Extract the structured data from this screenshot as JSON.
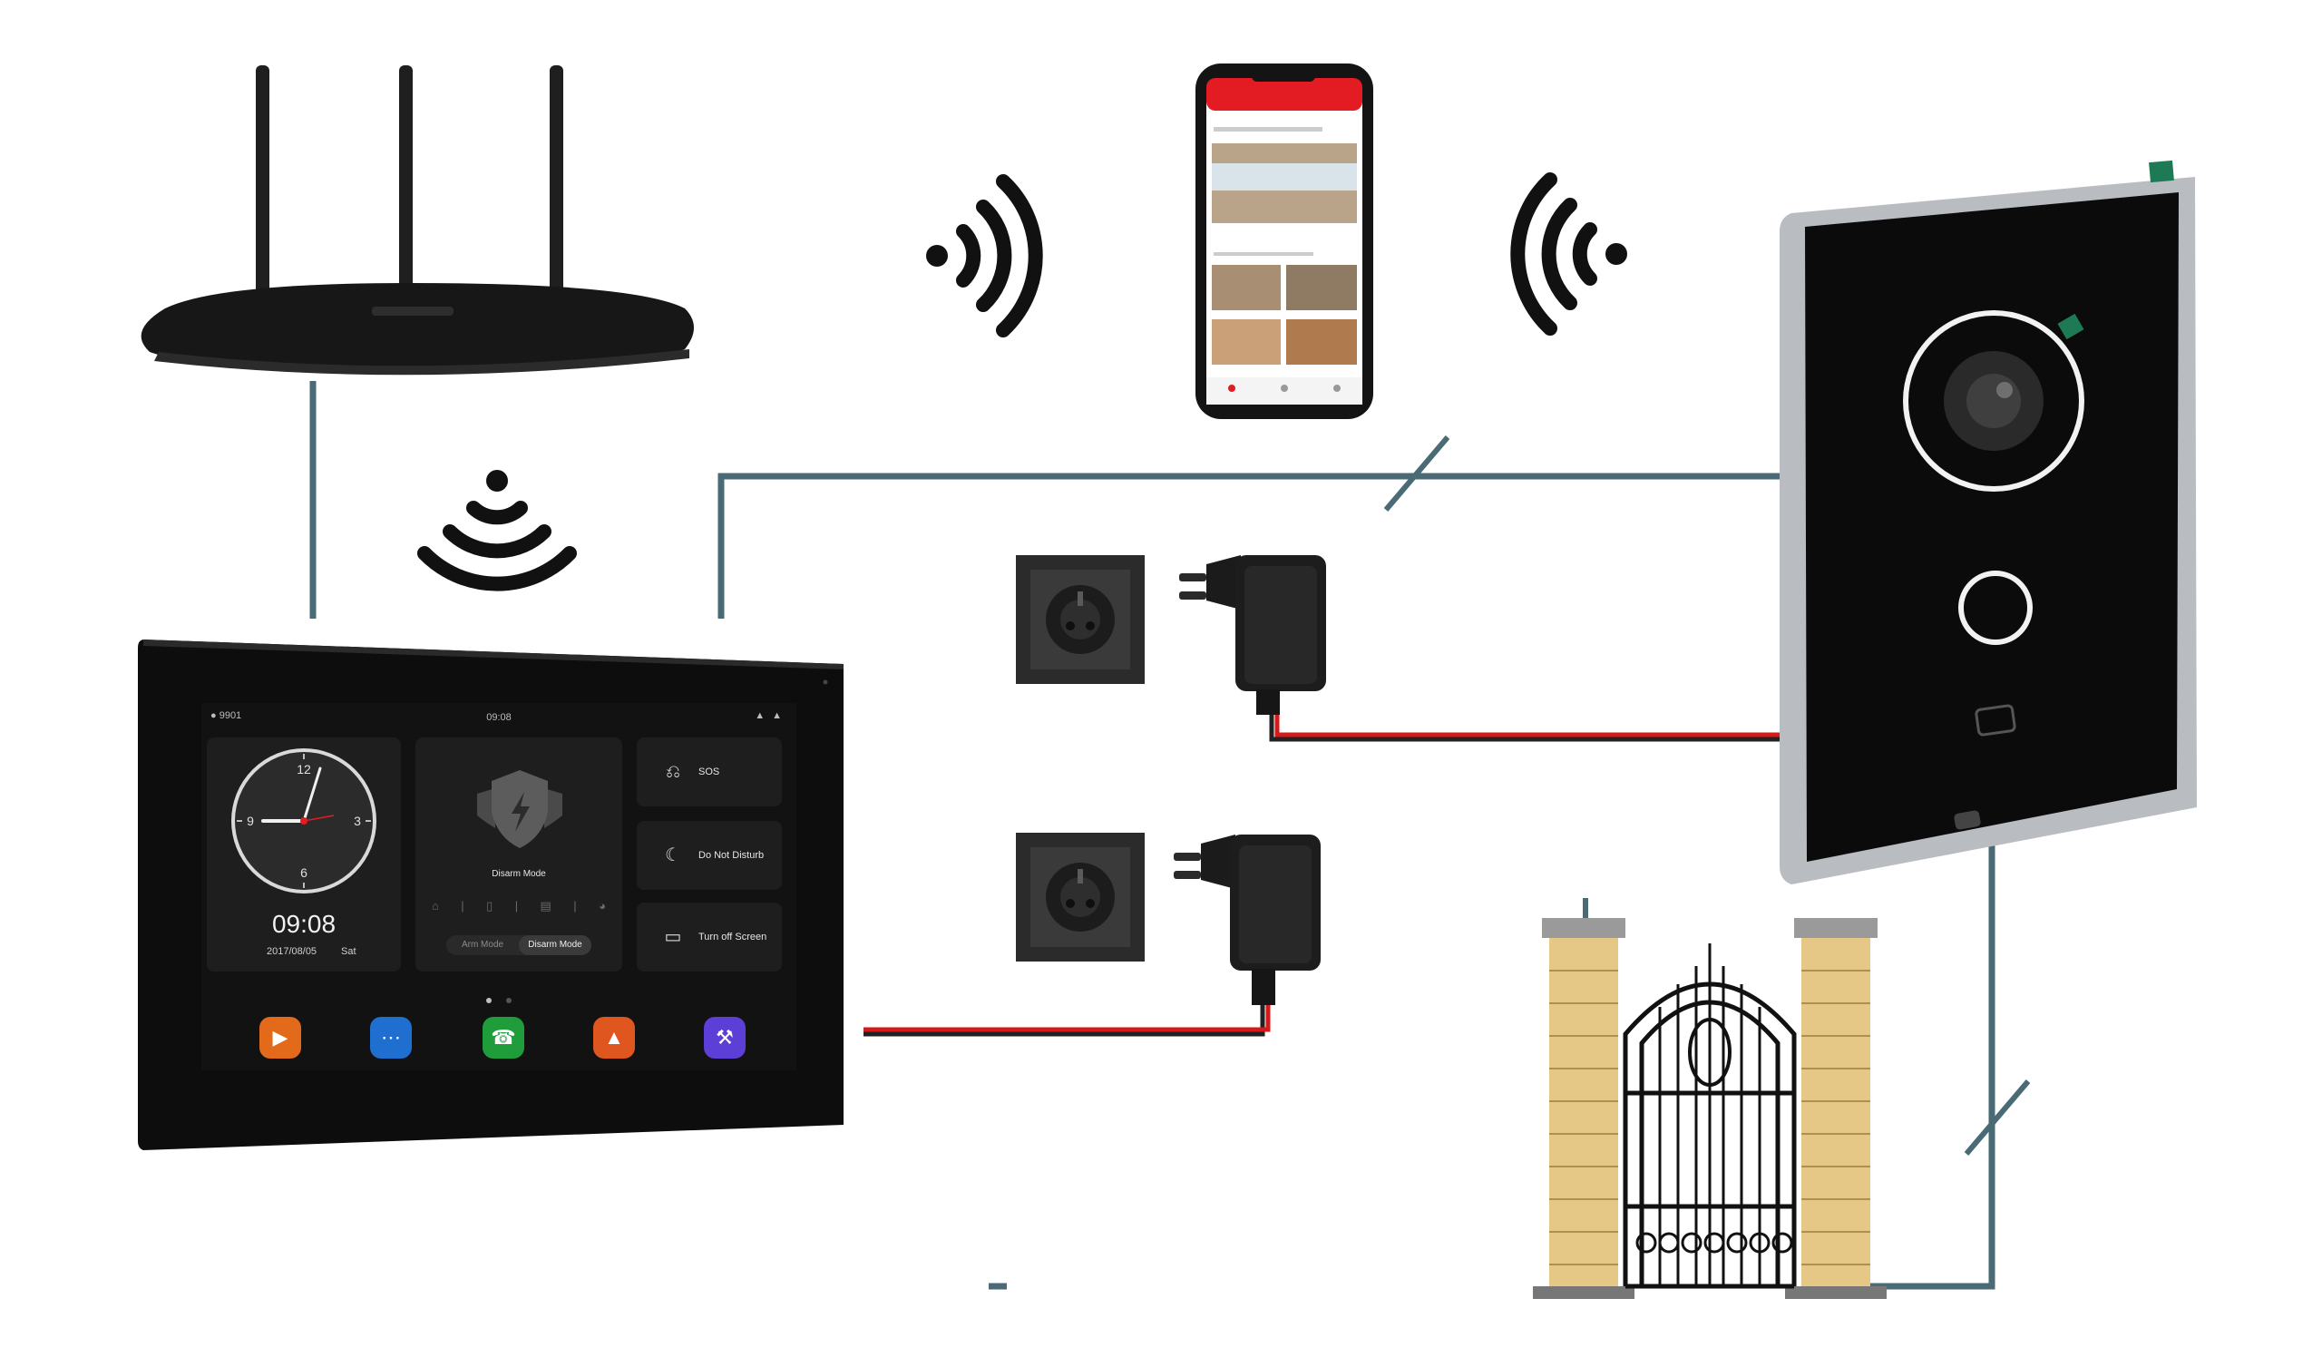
{
  "monitor": {
    "status_bar": {
      "location": "9901",
      "time": "09:08",
      "icons": [
        "alert-icon",
        "network-icon"
      ]
    },
    "clock": {
      "numerals": [
        "12",
        "3",
        "6",
        "9"
      ],
      "time": "09:08",
      "date": "2017/08/05",
      "day": "Sat"
    },
    "security": {
      "status": "Disarm Mode",
      "arm_label": "Arm Mode",
      "disarm_label": "Disarm Mode"
    },
    "quick_actions": [
      {
        "label": "SOS",
        "icon": "sos-icon"
      },
      {
        "label": "Do Not Disturb",
        "icon": "moon-icon"
      },
      {
        "label": "Turn off Screen",
        "icon": "screen-off-icon"
      }
    ],
    "dock": [
      {
        "icon": "camera-icon",
        "color": "#e26a1a"
      },
      {
        "icon": "message-icon",
        "color": "#1f6fd1"
      },
      {
        "icon": "phone-icon",
        "color": "#1f9d3a"
      },
      {
        "icon": "alarm-icon",
        "color": "#e0561f"
      },
      {
        "icon": "settings-icon",
        "color": "#5b3fd6"
      }
    ]
  },
  "colors": {
    "cable": "#4a6b76",
    "power_red": "#d6191a",
    "brick": "#e6c886",
    "app_red": "#e31b23"
  },
  "icons": [
    "router-icon",
    "smartphone-icon",
    "wifi-signal-icon",
    "wall-socket-icon",
    "power-adapter-icon",
    "door-station-icon",
    "gate-icon"
  ]
}
